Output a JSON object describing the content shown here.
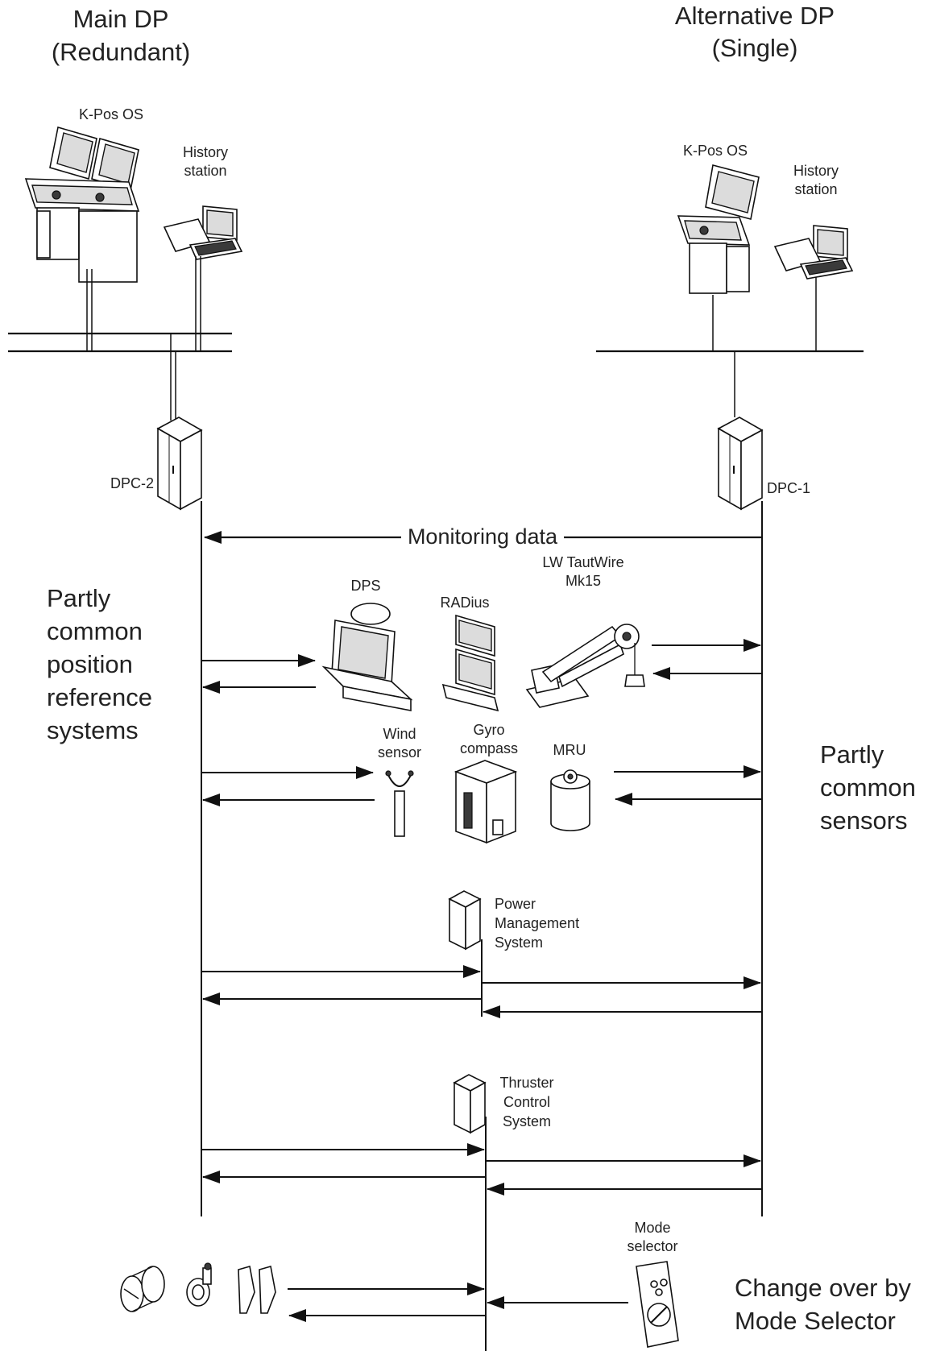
{
  "main_dp": {
    "title_line1": "Main DP",
    "title_line2": "(Redundant)",
    "os_label": "K-Pos OS",
    "history_line1": "History",
    "history_line2": "station",
    "controller": "DPC-2"
  },
  "alt_dp": {
    "title_line1": "Alternative DP",
    "title_line2": "(Single)",
    "os_label": "K-Pos OS",
    "history_line1": "History",
    "history_line2": "station",
    "controller": "DPC-1"
  },
  "monitoring_label": "Monitoring data",
  "left_group": [
    "Partly",
    "common",
    "position",
    "reference",
    "systems"
  ],
  "right_group": [
    "Partly",
    "common",
    "sensors"
  ],
  "position_refs": {
    "dps": "DPS",
    "radius": "RADius",
    "taut_line1": "LW TautWire",
    "taut_line2": "Mk15"
  },
  "sensors": {
    "wind_line1": "Wind",
    "wind_line2": "sensor",
    "gyro_line1": "Gyro",
    "gyro_line2": "compass",
    "mru": "MRU"
  },
  "pms": [
    "Power",
    "Management",
    "System"
  ],
  "tcs": [
    "Thruster",
    "Control",
    "System"
  ],
  "mode_selector": [
    "Mode",
    "selector"
  ],
  "change_over": [
    "Change over by",
    "Mode Selector"
  ]
}
